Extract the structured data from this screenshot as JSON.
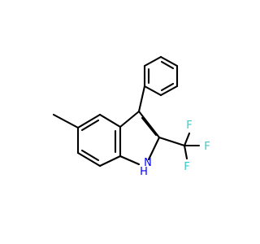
{
  "molecule": {
    "atom_labels": {
      "nh_n": "N",
      "nh_h": "H",
      "f_top": "F",
      "f_right": "F",
      "f_bottom": "F"
    },
    "colors": {
      "bond": "#000000",
      "nitrogen": "#0000ff",
      "fluorine": "#33cccc"
    }
  }
}
